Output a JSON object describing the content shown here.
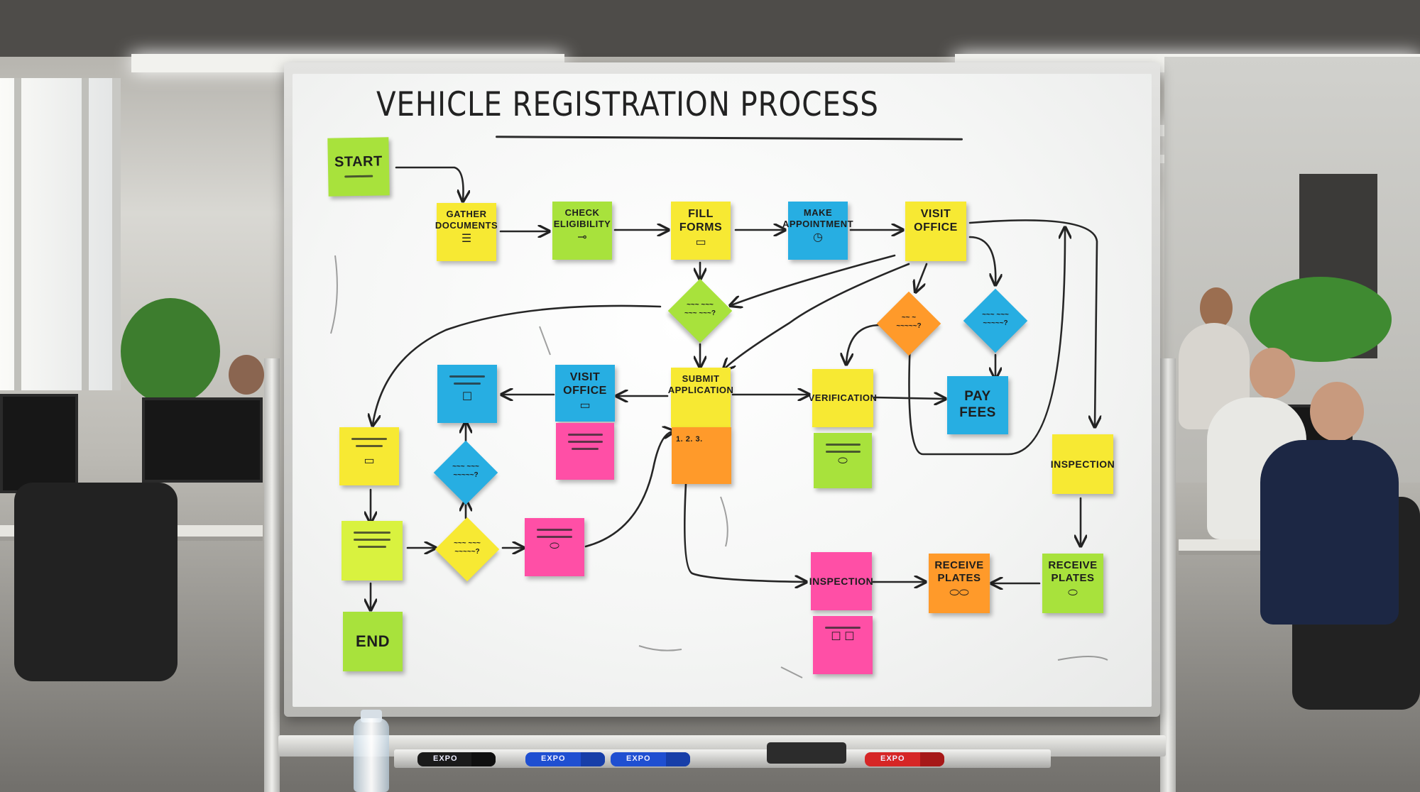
{
  "board": {
    "title": "VEHICLE REGISTRATION PROCESS"
  },
  "colors": {
    "green": "#a8e23c",
    "yellow": "#f7e933",
    "orange": "#ff9a2a",
    "blue": "#27aee2",
    "pink": "#ff4fa6",
    "lime": "#d9f23f"
  },
  "steps": {
    "start": "START",
    "gather_documents": "GATHER DOCUMENTS",
    "check_eligibility": "CHECK ELIGIBILITY",
    "fill_forms": "FILL FORMS",
    "make_appointment": "MAKE APPOINTMENT",
    "visit_office_top": "VISIT OFFICE",
    "visit_office_mid": "VISIT OFFICE",
    "submit_application": "SUBMIT APPLICATION",
    "verification": "VERIFICATION",
    "pay_fees": "PAY FEES",
    "inspection_right": "INSPECTION",
    "inspection_bottom": "INSPECTION",
    "receive_plates_orange": "RECEIVE PLATES",
    "receive_plates_green": "RECEIVE PLATES",
    "end": "END"
  },
  "small_notes": {
    "submit_sub": "1. 2. 3."
  },
  "icons": [
    "list-icon",
    "key-icon",
    "form-icon",
    "clock-icon",
    "checkbox-icon",
    "plate-icon",
    "water-bottle-icon",
    "eraser-icon"
  ],
  "markers": [
    {
      "name": "black-marker",
      "color": "#1a1a1a",
      "label": "EXPO"
    },
    {
      "name": "blue-marker",
      "color": "#1f4fd1",
      "label": "EXPO"
    },
    {
      "name": "blue-marker-2",
      "color": "#1f4fd1",
      "label": "EXPO"
    },
    {
      "name": "red-marker",
      "color": "#d62626",
      "label": "EXPO"
    }
  ]
}
